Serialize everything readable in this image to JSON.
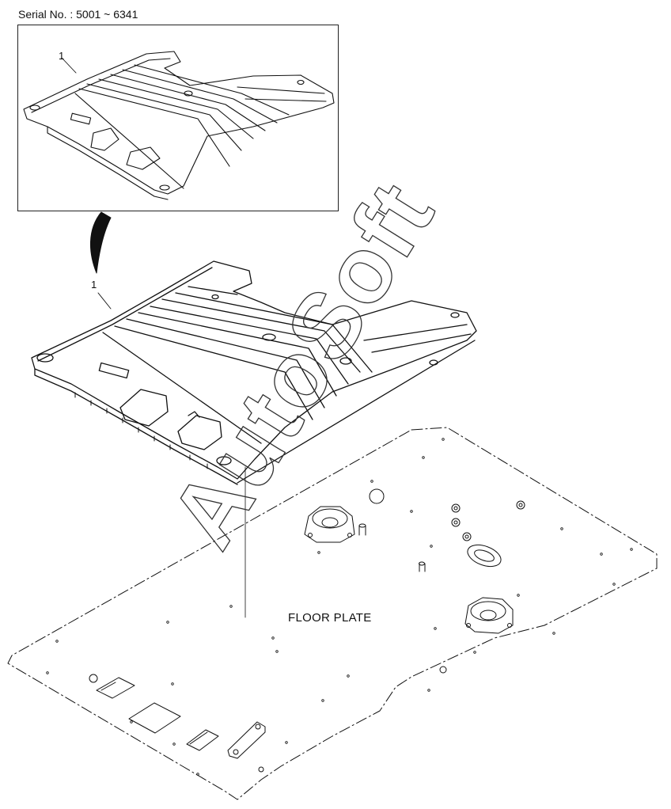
{
  "serial": "Serial No. : 5001 ~ 6341",
  "inset": {
    "callout": "1"
  },
  "main": {
    "callout": "1",
    "floor_label": "FLOOR PLATE"
  },
  "watermark": "AutoSoft"
}
